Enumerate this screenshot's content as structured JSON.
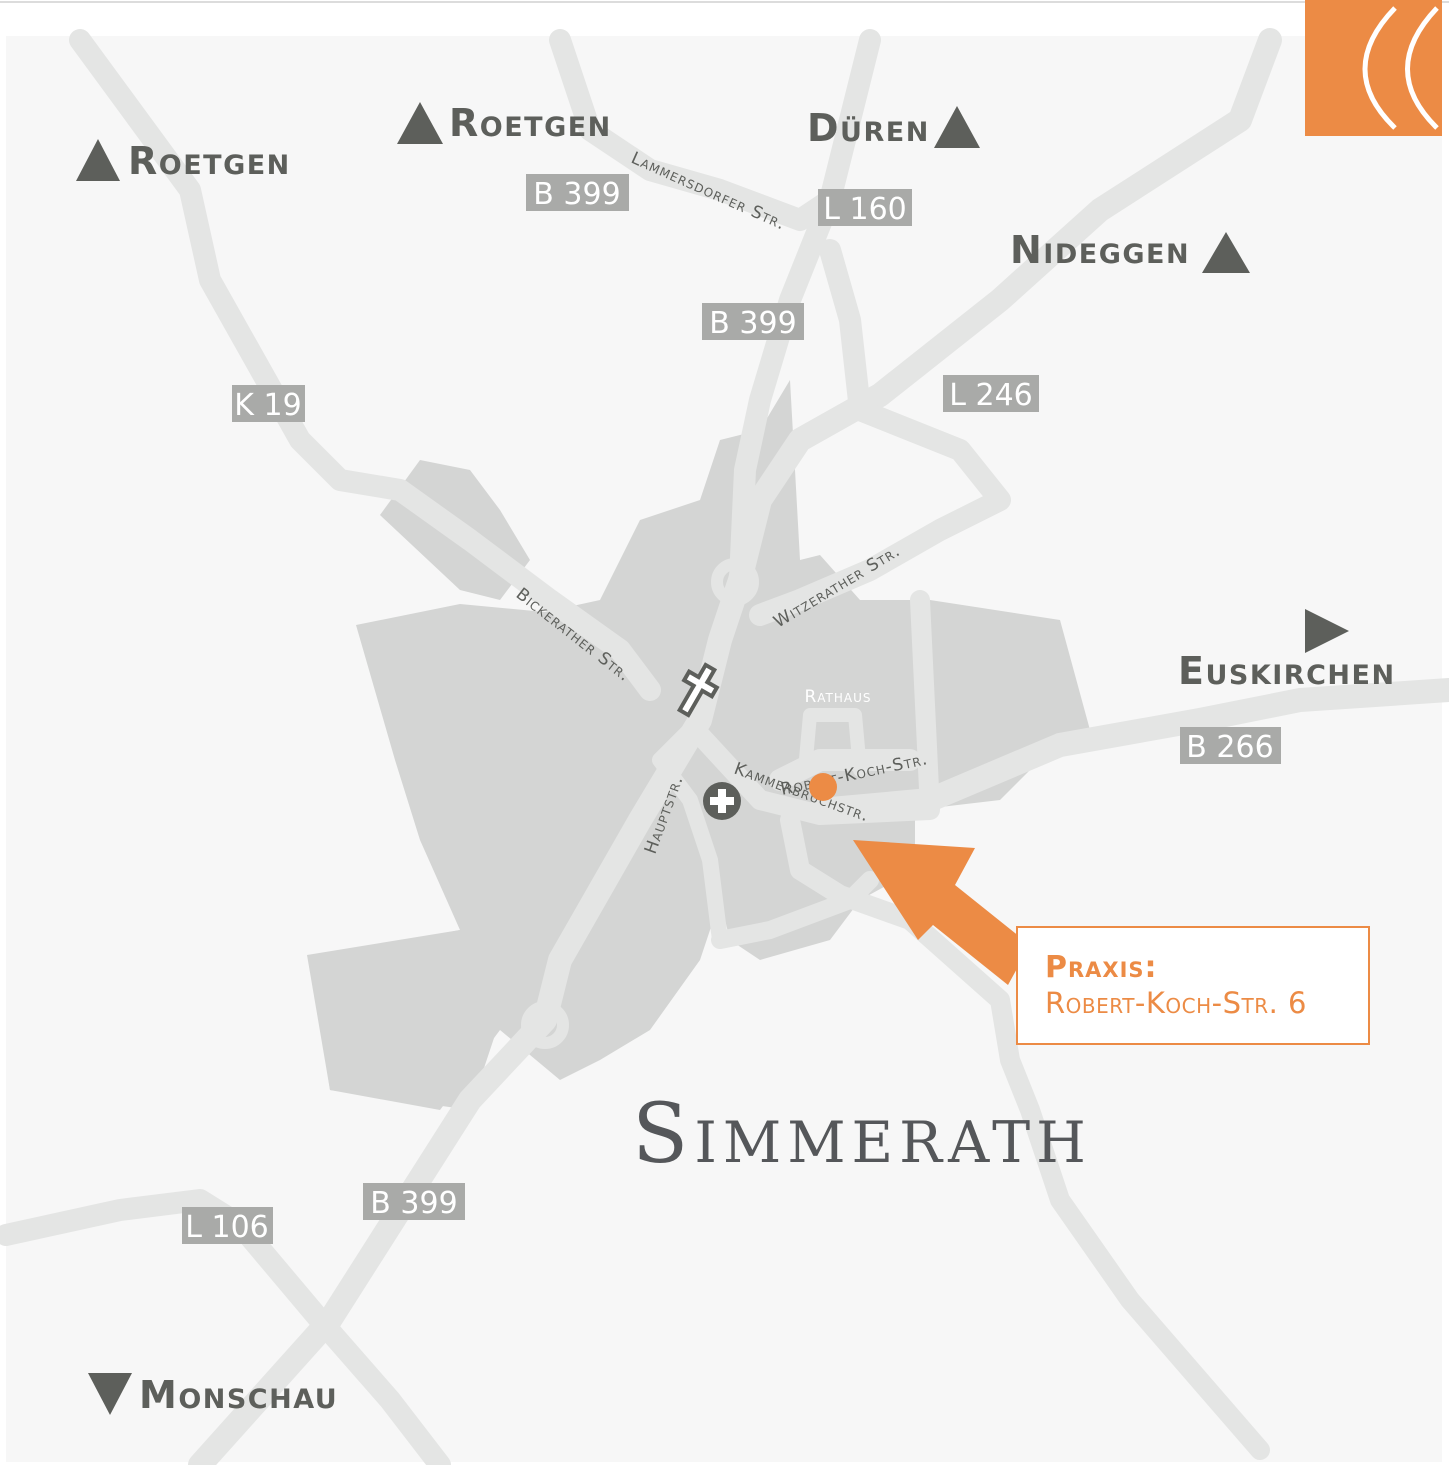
{
  "destinations": {
    "roetgen_left": "Roetgen",
    "roetgen_top": "Roetgen",
    "dueren": "Düren",
    "nideggen": "Nideggen",
    "euskirchen": "Euskirchen",
    "monschau": "Monschau"
  },
  "road_numbers": {
    "b399_north": "B 399",
    "l160": "L 160",
    "b399_center": "B 399",
    "k19": "K 19",
    "l246": "L 246",
    "b266": "B 266",
    "b399_south": "B 399",
    "l106": "L 106"
  },
  "streets": {
    "lammersdorfer": "Lammersdorfer Str.",
    "witzerather": "Witzerather Str.",
    "bickerather": "Bickerather Str.",
    "hauptstr": "Hauptstr.",
    "kammerbruch": "Kammerbruchstr.",
    "robert_koch": "Robert-Koch-Str."
  },
  "landmarks": {
    "rathaus": "Rathaus"
  },
  "town": "Simmerath",
  "praxis": {
    "title": "Praxis:",
    "address": "Robert-Koch-Str. 6"
  },
  "colors": {
    "accent": "#ec8b45",
    "map_background": "#f7f7f7",
    "built_area": "#d4d5d4",
    "road": "#e4e5e4",
    "label_box": "#a9aaa8",
    "text_dark": "#5d5f5b"
  },
  "icons": {
    "church": "cross-icon",
    "hospital": "medical-cross-icon",
    "practice": "location-dot-icon",
    "brand": "logo-arcs"
  }
}
